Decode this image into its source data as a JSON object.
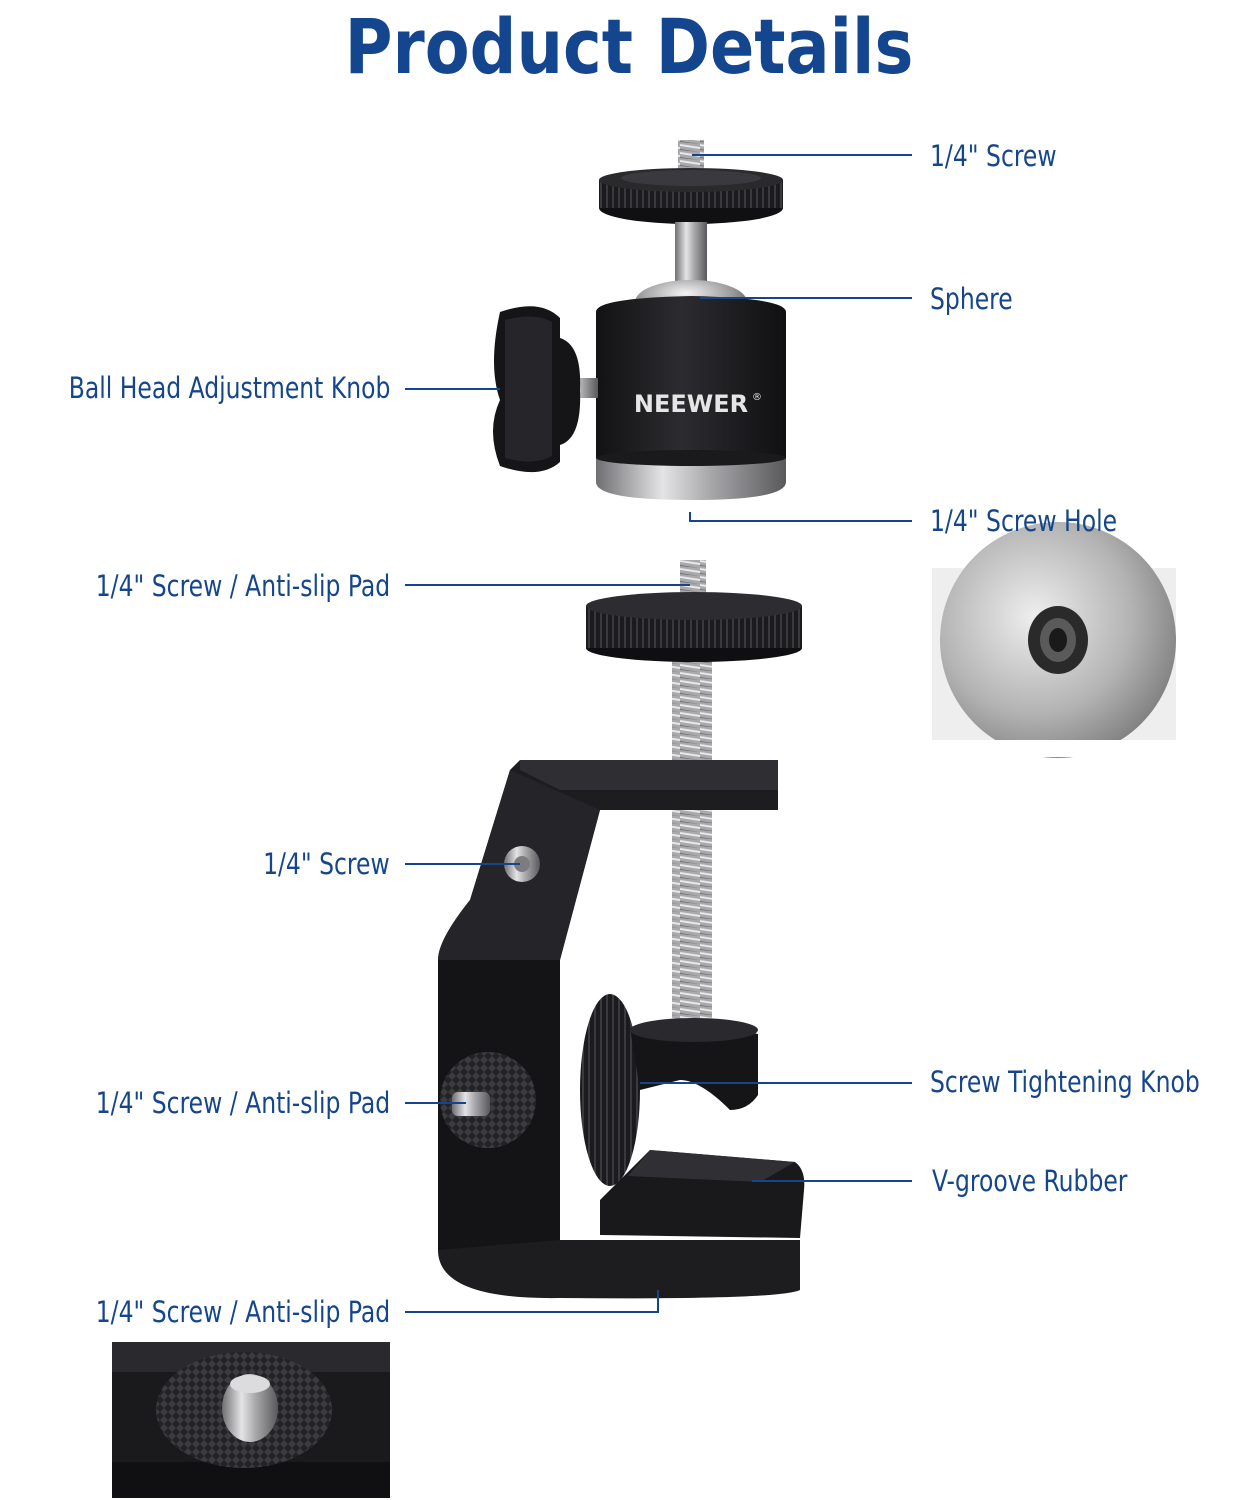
{
  "header": {
    "title": "Product Details"
  },
  "brand": {
    "logo_text": "NEEWER",
    "registered_mark": "®"
  },
  "callouts": {
    "top_screw": "1/4\" Screw",
    "sphere": "Sphere",
    "adjust_knob": "Ball Head Adjustment Knob",
    "screw_hole": "1/4\" Screw Hole",
    "clamp_top_pad": "1/4\" Screw / Anti-slip Pad",
    "side_screw": "1/4\" Screw",
    "tightening_knob": "Screw Tightening Knob",
    "side_pad": "1/4\" Screw / Anti-slip Pad",
    "v_groove": "V-groove Rubber",
    "bottom_pad": "1/4\" Screw / Anti-slip Pad"
  },
  "colors": {
    "title": "#14468f",
    "labels": "#15468c",
    "lines": "#15468c",
    "product_body": "#1c1c1e"
  }
}
